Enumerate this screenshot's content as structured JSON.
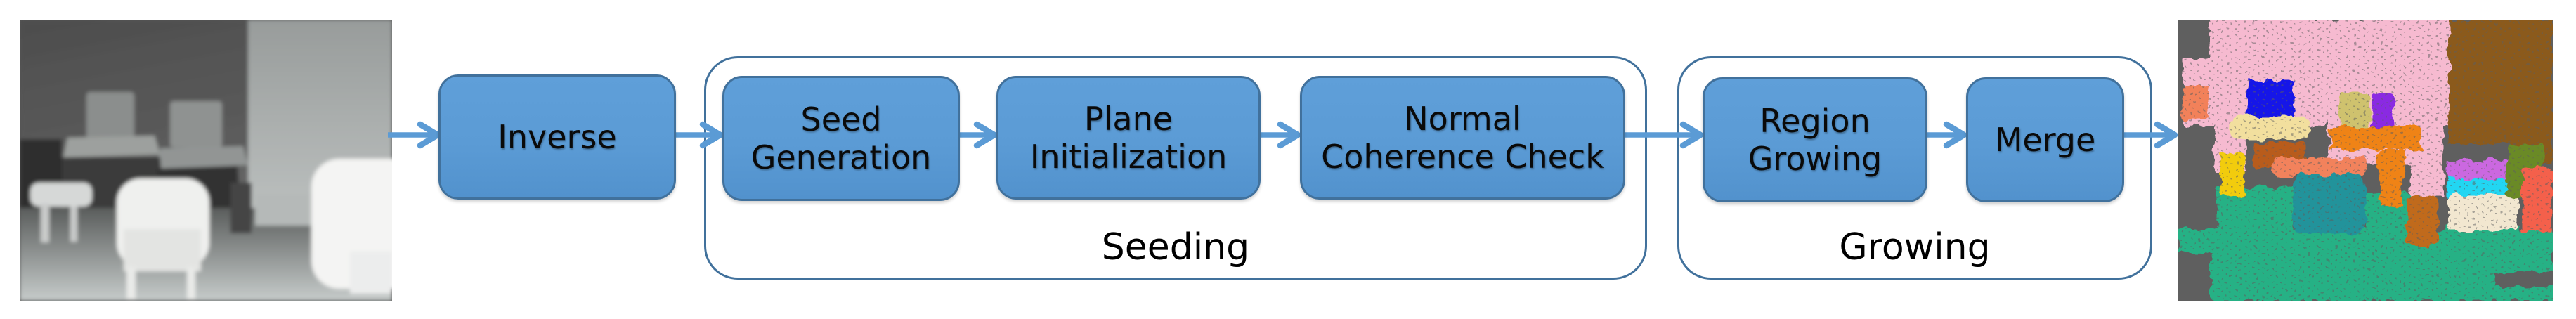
{
  "diagram": {
    "nodes": [
      {
        "id": "inverse",
        "label": "Inverse"
      },
      {
        "id": "seed-generation",
        "label": "Seed\nGeneration"
      },
      {
        "id": "plane-initialization",
        "label": "Plane\nInitialization"
      },
      {
        "id": "normal-coherence-check",
        "label": "Normal\nCoherence Check"
      },
      {
        "id": "region-growing",
        "label": "Region\nGrowing"
      },
      {
        "id": "merge",
        "label": "Merge"
      }
    ],
    "groups": [
      {
        "id": "seeding",
        "label": "Seeding"
      },
      {
        "id": "growing",
        "label": "Growing"
      }
    ],
    "images": [
      {
        "id": "input-depth-image",
        "description": "grayscale depth map of a room with chairs and tables"
      },
      {
        "id": "output-segmentation-image",
        "description": "colored plane-segmentation result of the same scene"
      }
    ],
    "colors": {
      "node_fill": "#5b9bd5",
      "node_border": "#41719c",
      "group_border": "#41719c",
      "arrow": "#5b9bd5",
      "label_text": "#000000",
      "segmentation_palette": {
        "unlabeled_gray": "#5f5f5f",
        "wall_pink": "#f6bad0",
        "wall_brown": "#8b5a1e",
        "floor_green": "#27b185",
        "monitor_blue": "#1414e8",
        "table_orange": "#ef8318",
        "seat_beige": "#f2df9e",
        "chair_rust": "#b85c1f",
        "yellow": "#f2cc0a",
        "salmon_strip": "#f2825c",
        "table_teal": "#23939b",
        "chair_khaki": "#cfc26e",
        "chair_purple": "#8a2be2",
        "cabinet_magenta": "#cb68e0",
        "cabinet_cyan": "#22d6f2",
        "cabinet_cream": "#f2e7d0",
        "olive": "#6b8a28",
        "red_salmon": "#f4614c",
        "chocolate": "#c06a1a",
        "edge_salmon_orange": "#f2815a"
      }
    }
  }
}
